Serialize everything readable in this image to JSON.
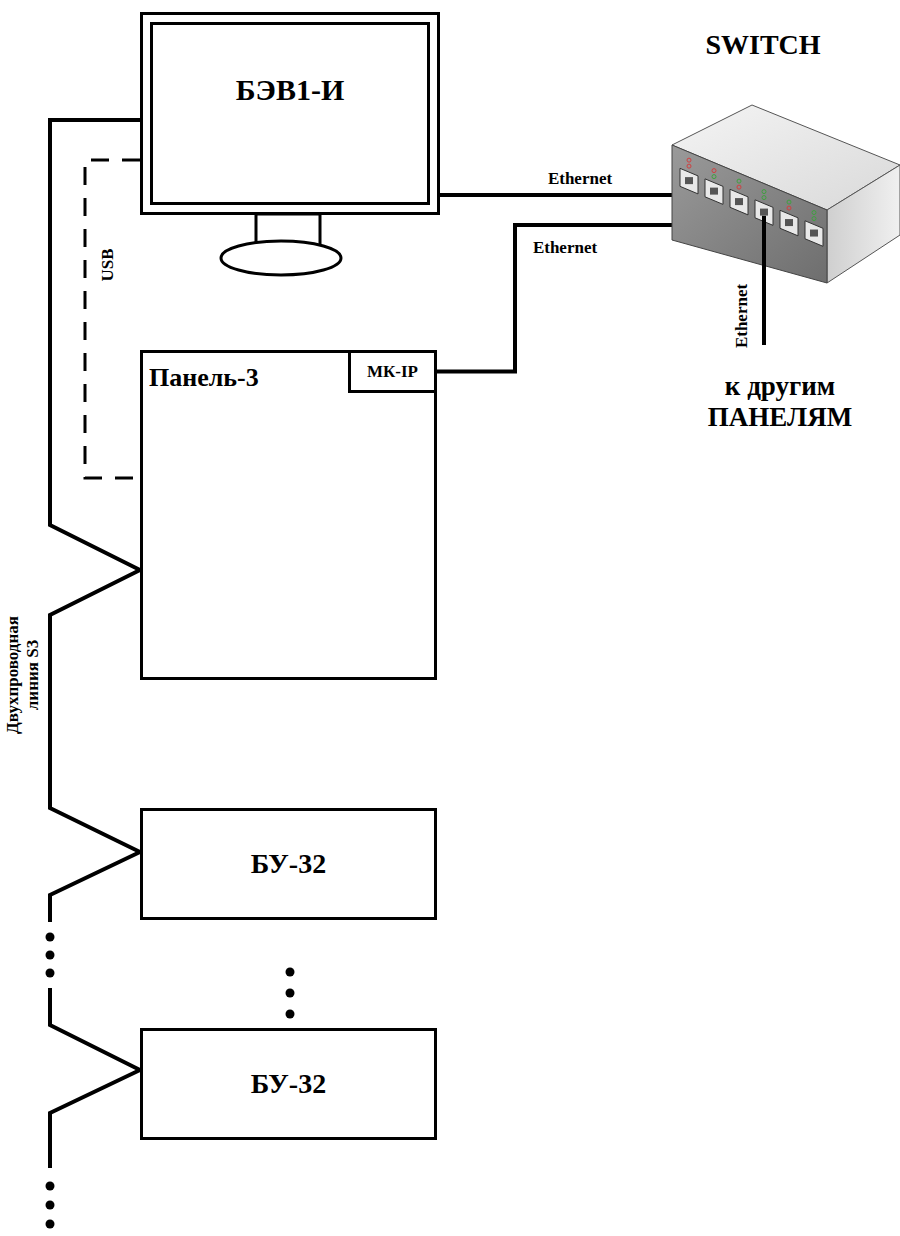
{
  "diagram": {
    "nodes": [
      {
        "text": [
          "БЭВ1-И"
        ]
      },
      {
        "text": [
          "SWITCH"
        ]
      },
      {
        "text": [
          "Панель-3"
        ]
      },
      {
        "text": [
          "МК-IP"
        ],
        "in": 2
      },
      {
        "text": [
          "БУ-32"
        ]
      },
      {
        "text": [
          "БУ-32"
        ]
      }
    ],
    "edges": [
      {
        "from": 0,
        "to": 1,
        "label": "Ethernet",
        "arrow": "none"
      },
      {
        "from": 3,
        "to": 1,
        "label": "Ethernet",
        "arrow": "none"
      },
      {
        "from": 0,
        "to": 2,
        "label": "USB",
        "arrow": "none"
      },
      {
        "from": 0,
        "to": 2,
        "arrow": "none"
      },
      {
        "from": 2,
        "to": 4,
        "label": "Двухпроводная линия S3",
        "arrow": "none"
      },
      {
        "from": 4,
        "to": 5,
        "arrow": "none"
      }
    ],
    "labels": [
      "Ethernet",
      "к другим ПАНЕЛЯМ"
    ]
  }
}
